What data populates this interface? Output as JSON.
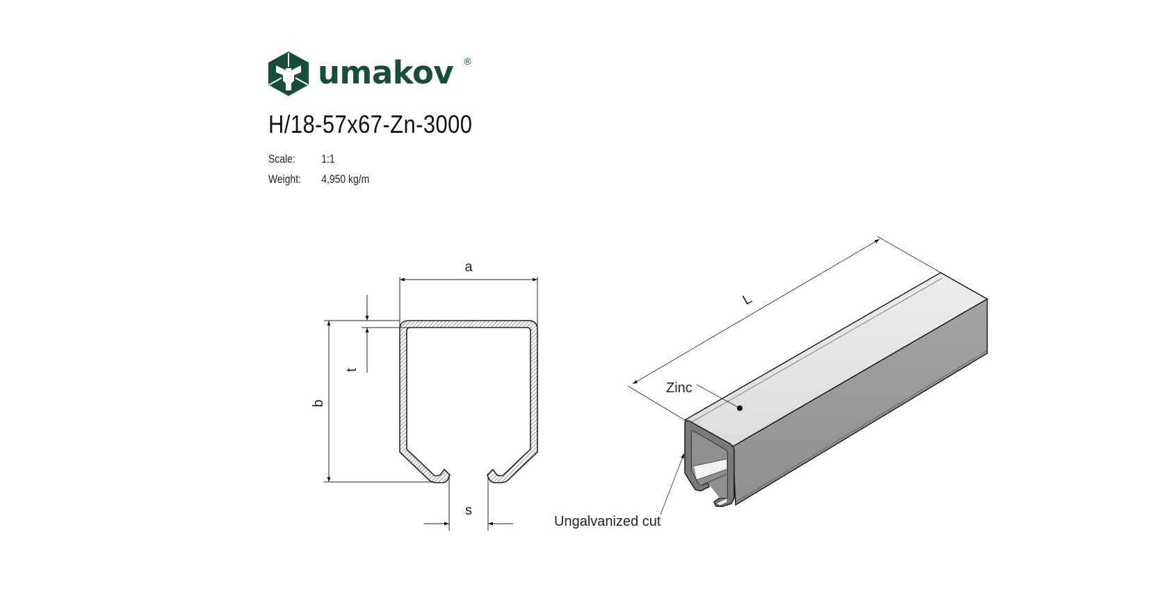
{
  "brand": {
    "name": "umakov",
    "registered_mark": "®",
    "color": "#174d3c"
  },
  "product": {
    "code": "H/18-57x67-Zn-3000",
    "scale_label": "Scale:",
    "scale_value": "1:1",
    "weight_label": "Weight:",
    "weight_value": "4,950 kg/m"
  },
  "cross_section": {
    "dim_width_label": "a",
    "dim_height_label": "b",
    "dim_thickness_label": "t",
    "dim_slot_label": "s",
    "hatch_color": "#555555",
    "outline_color": "#222222"
  },
  "isometric_view": {
    "dim_length_label": "L",
    "coating_label": "Zinc",
    "cut_label": "Ungalvanized cut",
    "top_face_color": "#e6e6e6",
    "side_face_color": "#999999",
    "inner_color": "#8f8f8f"
  }
}
